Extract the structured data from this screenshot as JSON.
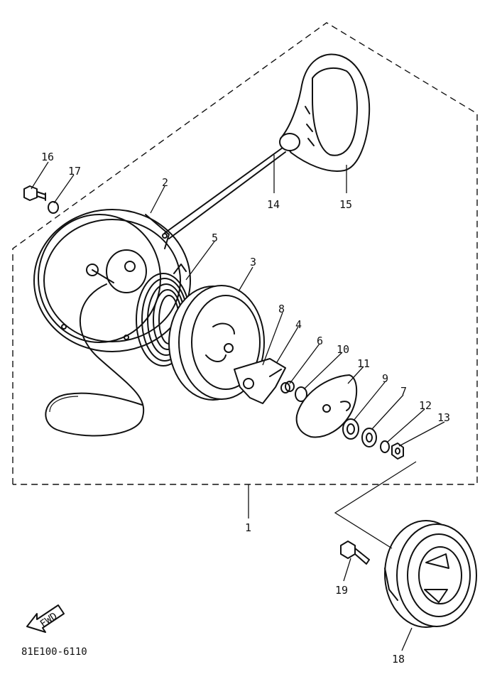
{
  "diagram": {
    "drawing_code": "81E100-6110",
    "find_label": "FWD",
    "callouts": [
      {
        "id": "1",
        "label": "1"
      },
      {
        "id": "2",
        "label": "2"
      },
      {
        "id": "3",
        "label": "3"
      },
      {
        "id": "4",
        "label": "4"
      },
      {
        "id": "5",
        "label": "5"
      },
      {
        "id": "6",
        "label": "6"
      },
      {
        "id": "7",
        "label": "7"
      },
      {
        "id": "8",
        "label": "8"
      },
      {
        "id": "9",
        "label": "9"
      },
      {
        "id": "10",
        "label": "10"
      },
      {
        "id": "11",
        "label": "11"
      },
      {
        "id": "12",
        "label": "12"
      },
      {
        "id": "13",
        "label": "13"
      },
      {
        "id": "14",
        "label": "14"
      },
      {
        "id": "15",
        "label": "15"
      },
      {
        "id": "16",
        "label": "16"
      },
      {
        "id": "17",
        "label": "17"
      },
      {
        "id": "18",
        "label": "18"
      },
      {
        "id": "19",
        "label": "19"
      }
    ]
  }
}
